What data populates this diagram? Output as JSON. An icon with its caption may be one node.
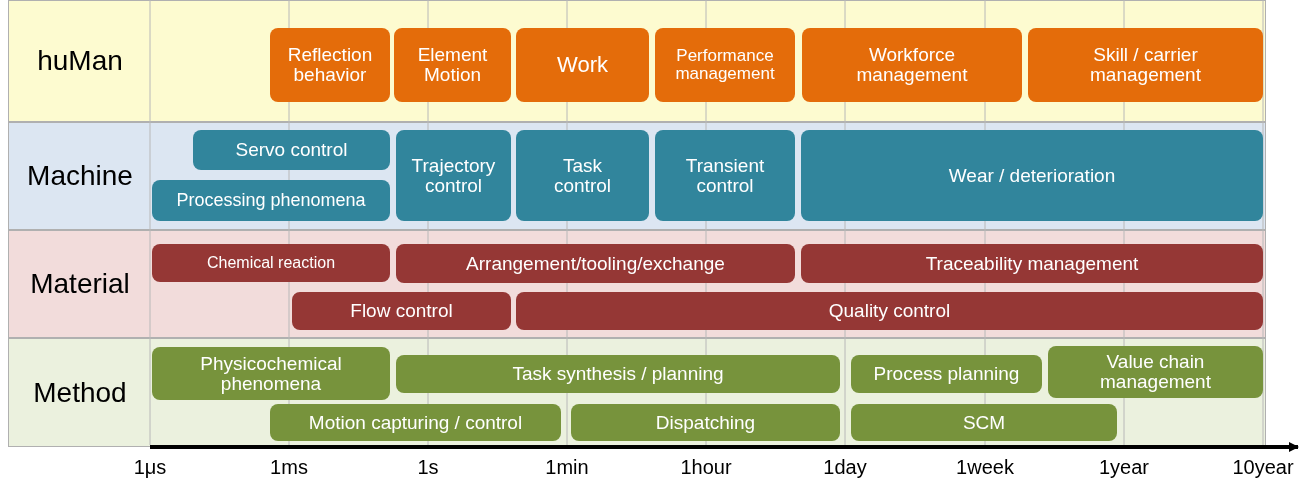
{
  "diagram": {
    "nodes": [
      {
        "text": [
          "huMan"
        ]
      },
      {
        "text": [
          "Reflection behavior"
        ],
        "in": 0
      },
      {
        "text": [
          "Element Motion"
        ],
        "in": 0
      },
      {
        "text": [
          "Work"
        ],
        "in": 0
      },
      {
        "text": [
          "Performance management"
        ],
        "in": 0
      },
      {
        "text": [
          "Workforce management"
        ],
        "in": 0
      },
      {
        "text": [
          "Skill / carrier management"
        ],
        "in": 0
      },
      {
        "text": [
          "Machine"
        ]
      },
      {
        "text": [
          "Servo control"
        ],
        "in": 7
      },
      {
        "text": [
          "Processing phenomena"
        ],
        "in": 7
      },
      {
        "text": [
          "Trajectory control"
        ],
        "in": 7
      },
      {
        "text": [
          "Task control"
        ],
        "in": 7
      },
      {
        "text": [
          "Transient control"
        ],
        "in": 7
      },
      {
        "text": [
          "Wear / deterioration"
        ],
        "in": 7
      },
      {
        "text": [
          "Material"
        ]
      },
      {
        "text": [
          "Chemical reaction"
        ],
        "in": 14
      },
      {
        "text": [
          "Arrangement/tooling/exchange"
        ],
        "in": 14
      },
      {
        "text": [
          "Traceability management"
        ],
        "in": 14
      },
      {
        "text": [
          "Flow control"
        ],
        "in": 14
      },
      {
        "text": [
          "Quality control"
        ],
        "in": 14
      },
      {
        "text": [
          "Method"
        ]
      },
      {
        "text": [
          "Physicochemical phenomena"
        ],
        "in": 20
      },
      {
        "text": [
          "Task synthesis / planning"
        ],
        "in": 20
      },
      {
        "text": [
          "Process planning"
        ],
        "in": 20
      },
      {
        "text": [
          "Value chain management"
        ],
        "in": 20
      },
      {
        "text": [
          "Motion capturing / control"
        ],
        "in": 20
      },
      {
        "text": [
          "Dispatching"
        ],
        "in": 20
      },
      {
        "text": [
          "SCM"
        ],
        "in": 20
      }
    ],
    "labels": [
      "1μs",
      "1ms",
      "1s",
      "1min",
      "1hour",
      "1day",
      "1week",
      "1year",
      "10year"
    ]
  }
}
